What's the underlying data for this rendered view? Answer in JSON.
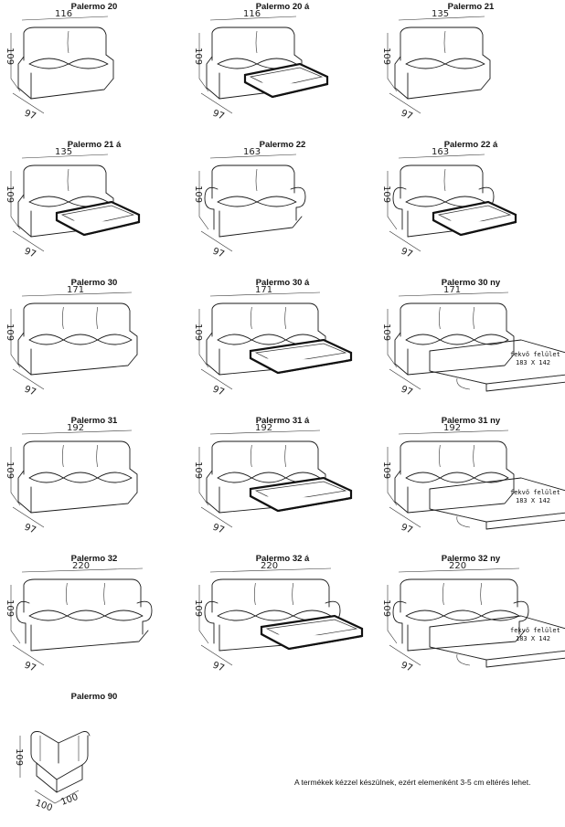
{
  "models": [
    {
      "title": "Palermo 20",
      "width": "116",
      "height": "109",
      "depth": "97",
      "type": "small",
      "drawer": false,
      "bed": false
    },
    {
      "title": "Palermo 20 á",
      "width": "116",
      "height": "109",
      "depth": "97",
      "type": "small",
      "drawer": true,
      "bed": false
    },
    {
      "title": "Palermo 21",
      "width": "135",
      "height": "109",
      "depth": "97",
      "type": "small",
      "drawer": false,
      "bed": false
    },
    {
      "title": "Palermo 21 á",
      "width": "135",
      "height": "109",
      "depth": "97",
      "type": "small",
      "drawer": true,
      "bed": false
    },
    {
      "title": "Palermo 22",
      "width": "163",
      "height": "109",
      "depth": "97",
      "type": "round",
      "drawer": false,
      "bed": false
    },
    {
      "title": "Palermo 22 á",
      "width": "163",
      "height": "109",
      "depth": "97",
      "type": "round",
      "drawer": true,
      "bed": false
    },
    {
      "title": "Palermo 30",
      "width": "171",
      "height": "109",
      "depth": "97",
      "type": "three",
      "drawer": false,
      "bed": false
    },
    {
      "title": "Palermo 30 á",
      "width": "171",
      "height": "109",
      "depth": "97",
      "type": "three",
      "drawer": true,
      "bed": false
    },
    {
      "title": "Palermo 30 ny",
      "width": "171",
      "height": "109",
      "depth": "97",
      "type": "three",
      "drawer": false,
      "bed": true
    },
    {
      "title": "Palermo 31",
      "width": "192",
      "height": "109",
      "depth": "97",
      "type": "three",
      "drawer": false,
      "bed": false
    },
    {
      "title": "Palermo 31 á",
      "width": "192",
      "height": "109",
      "depth": "97",
      "type": "three",
      "drawer": true,
      "bed": false
    },
    {
      "title": "Palermo 31 ny",
      "width": "192",
      "height": "109",
      "depth": "97",
      "type": "three",
      "drawer": false,
      "bed": true
    },
    {
      "title": "Palermo 32",
      "width": "220",
      "height": "109",
      "depth": "97",
      "type": "round3",
      "drawer": false,
      "bed": false
    },
    {
      "title": "Palermo 32 á",
      "width": "220",
      "height": "109",
      "depth": "97",
      "type": "round3",
      "drawer": true,
      "bed": false
    },
    {
      "title": "Palermo 32 ny",
      "width": "220",
      "height": "109",
      "depth": "97",
      "type": "round3",
      "drawer": false,
      "bed": true
    }
  ],
  "corner": {
    "title": "Palermo 90",
    "height": "109",
    "depth_left": "100",
    "depth_right": "100"
  },
  "bed_label": {
    "line1": "fekvő felület",
    "line2": "183 X 142"
  },
  "footer": "A termékek kézzel készülnek, ezért elemenként 3-5 cm eltérés lehet."
}
